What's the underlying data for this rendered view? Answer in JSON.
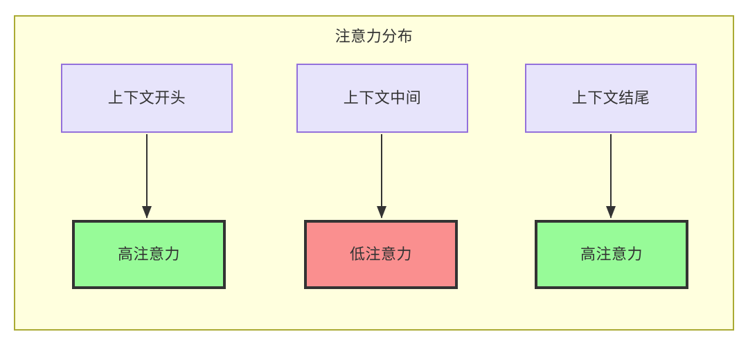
{
  "diagram": {
    "title": "注意力分布",
    "colors": {
      "container_fill": "#ffffde",
      "container_border": "#aaaa33",
      "context_fill": "#e7e4fb",
      "context_border": "#9370db",
      "high_attention_fill": "#97fb98",
      "low_attention_fill": "#fa8f8f",
      "attention_border": "#333333",
      "text": "#333333",
      "edge": "#333333"
    },
    "nodes": {
      "context": [
        {
          "id": "ctx-start",
          "label": "上下文开头"
        },
        {
          "id": "ctx-middle",
          "label": "上下文中间"
        },
        {
          "id": "ctx-end",
          "label": "上下文结尾"
        }
      ],
      "attention": [
        {
          "id": "att-start",
          "label": "高注意力",
          "level": "high"
        },
        {
          "id": "att-middle",
          "label": "低注意力",
          "level": "low"
        },
        {
          "id": "att-end",
          "label": "高注意力",
          "level": "high"
        }
      ]
    },
    "edges": [
      {
        "from": "ctx-start",
        "to": "att-start",
        "label": ""
      },
      {
        "from": "ctx-middle",
        "to": "att-middle",
        "label": ""
      },
      {
        "from": "ctx-end",
        "to": "att-end",
        "label": ""
      }
    ]
  }
}
